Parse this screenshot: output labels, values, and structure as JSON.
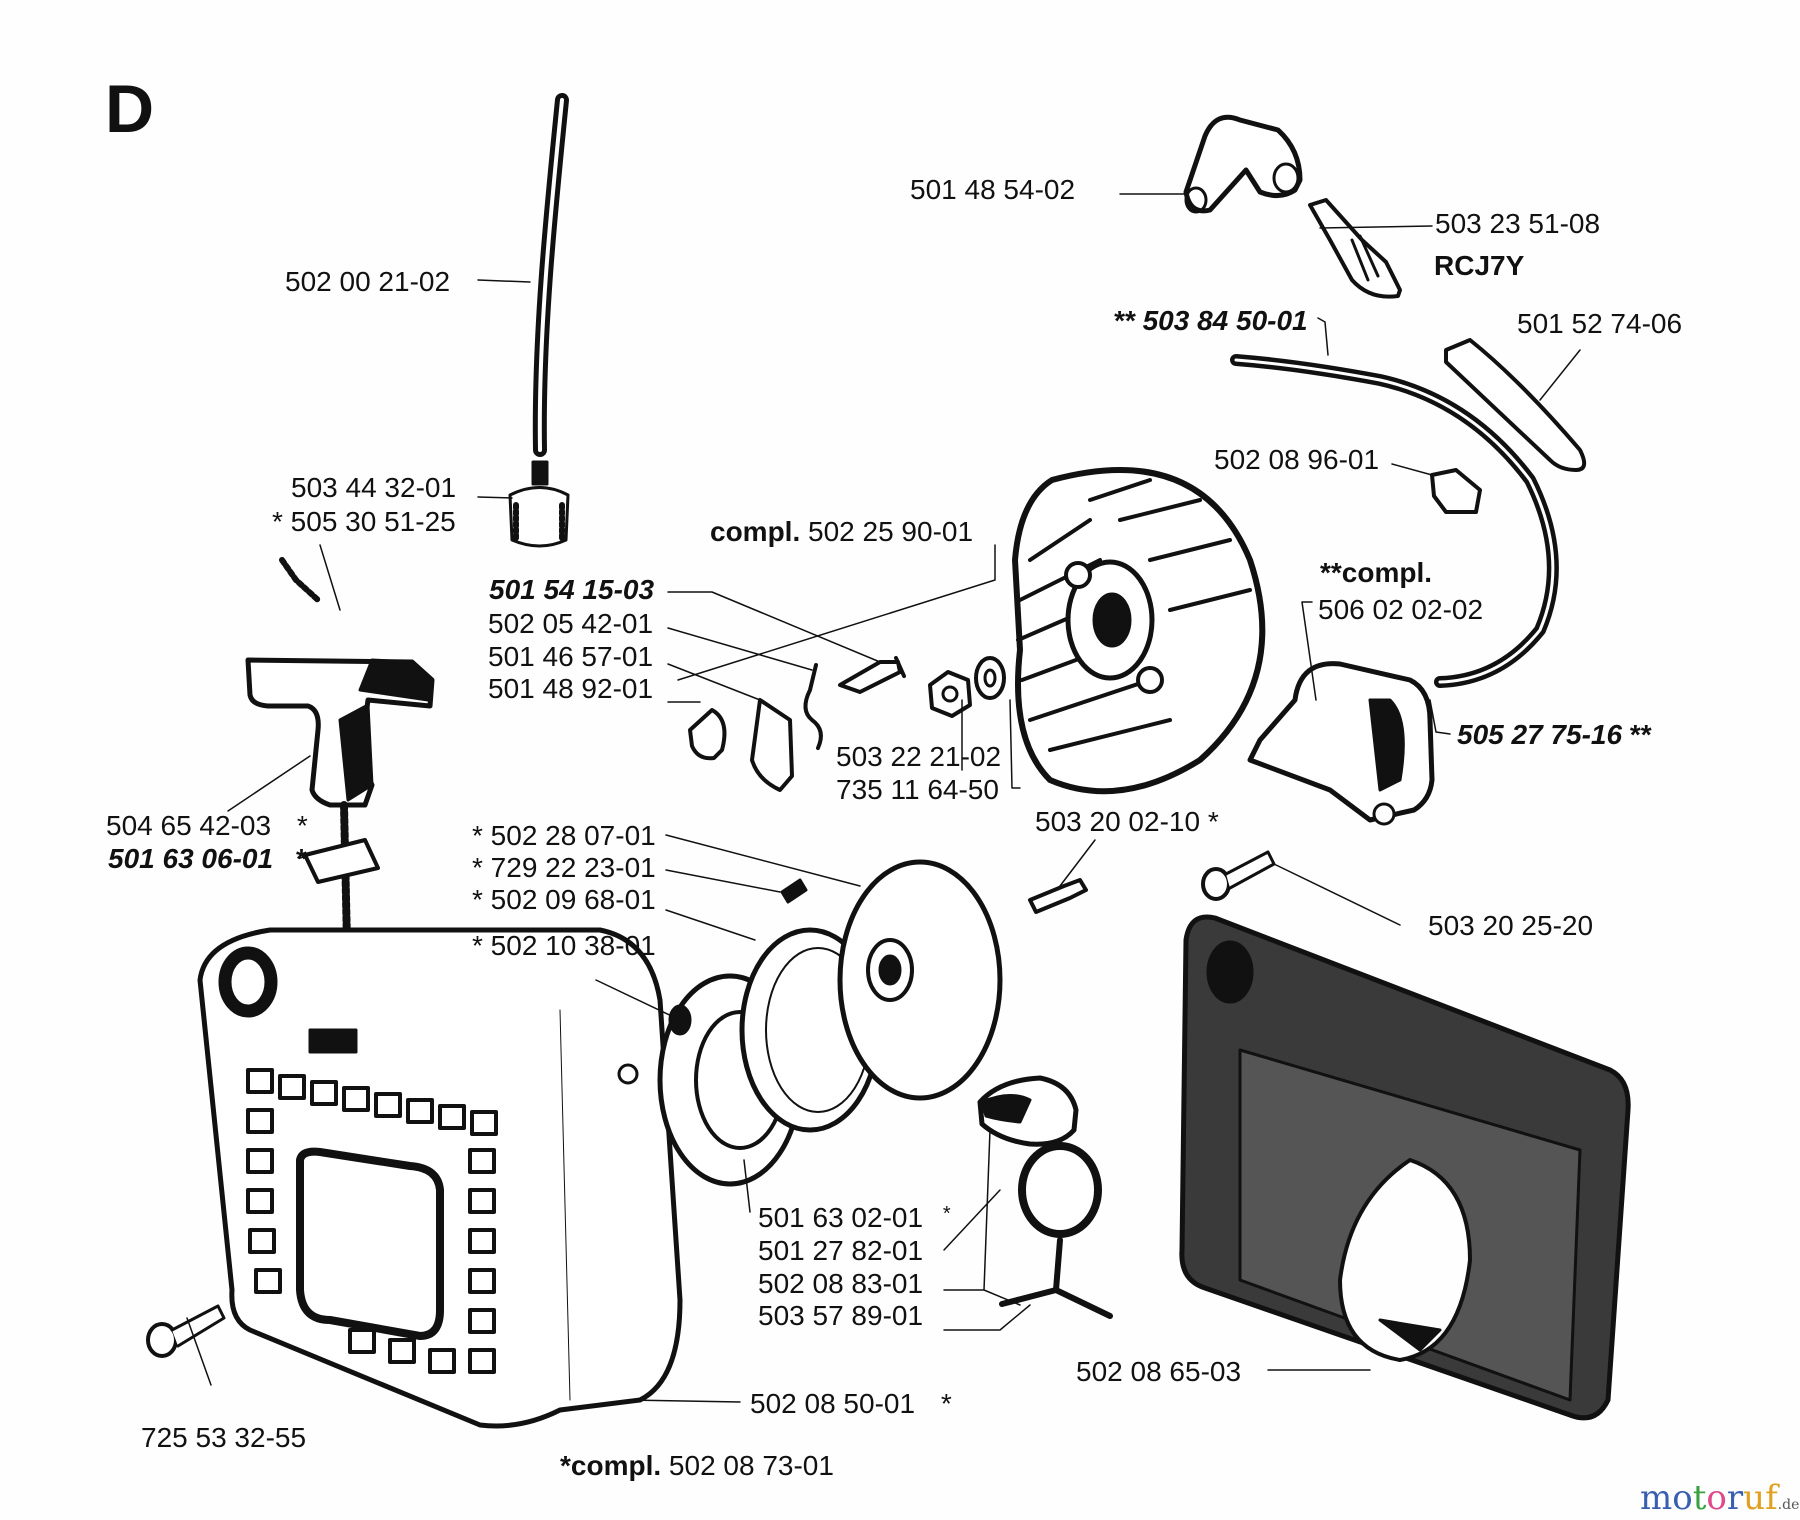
{
  "section_letter": "D",
  "labels": {
    "fuel_hose": "502 00 21-02",
    "fuel_filter_1": "503 44 32-01",
    "fuel_filter_2": "* 505 30 51-25",
    "plug_cap": "501 48 54-02",
    "spark_plug": "503 23 51-08",
    "spark_plug_type": "RCJ7Y",
    "ht_lead": "** 503 84 50-01",
    "sleeve": "501 52 74-06",
    "lead_clip": "502 08 96-01",
    "flywheel_compl_prefix": "compl.",
    "flywheel_compl": "502 25 90-01",
    "pawl_bolt": "501 54 15-03",
    "pawl_spring": "502 05 42-01",
    "pawl": "501 46 57-01",
    "pawl_washer": "501 48 92-01",
    "ignition_compl_prefix": "**compl.",
    "ignition_module": "506 02 02-02",
    "ignition_cable": "505 27 75-16",
    "ignition_cable_suffix": "**",
    "nut": "503 22 21-02",
    "washer": "735 11 64-50",
    "screw_1": "503 20 02-10",
    "screw_1_suffix": "*",
    "module_screw": "503 20 25-20",
    "handle": "504 65 42-03",
    "handle_suffix": "*",
    "rope_guide": "501 63 06-01",
    "rope_guide_suffix": "*",
    "pulley": "* 502 28 07-01",
    "pulley_screw": "* 729 22 23-01",
    "spring_1": "* 502 09 68-01",
    "spring_2": "* 502 10 38-01",
    "rope": "501 63 02-01",
    "rope_suffix": "*",
    "cap_ring": "501 27 82-01",
    "tank_cap": "502 08 83-01",
    "cap_strap": "503 57 89-01",
    "cylinder_cover": "502 08 65-03",
    "starter_screw": "725 53 32-55",
    "starter_housing": "502 08 50-01",
    "starter_housing_suffix": "*",
    "starter_compl_prefix": "*compl.",
    "starter_compl": "502 08 73-01"
  },
  "watermark": {
    "letters": [
      "m",
      "o",
      "t",
      "o",
      "r",
      "u",
      "f"
    ],
    "colors": [
      "#3a5fb0",
      "#3a5fb0",
      "#3aa040",
      "#e04a8a",
      "#3a5fb0",
      "#e0a020",
      "#e0a020"
    ],
    "suffix": ".de"
  }
}
